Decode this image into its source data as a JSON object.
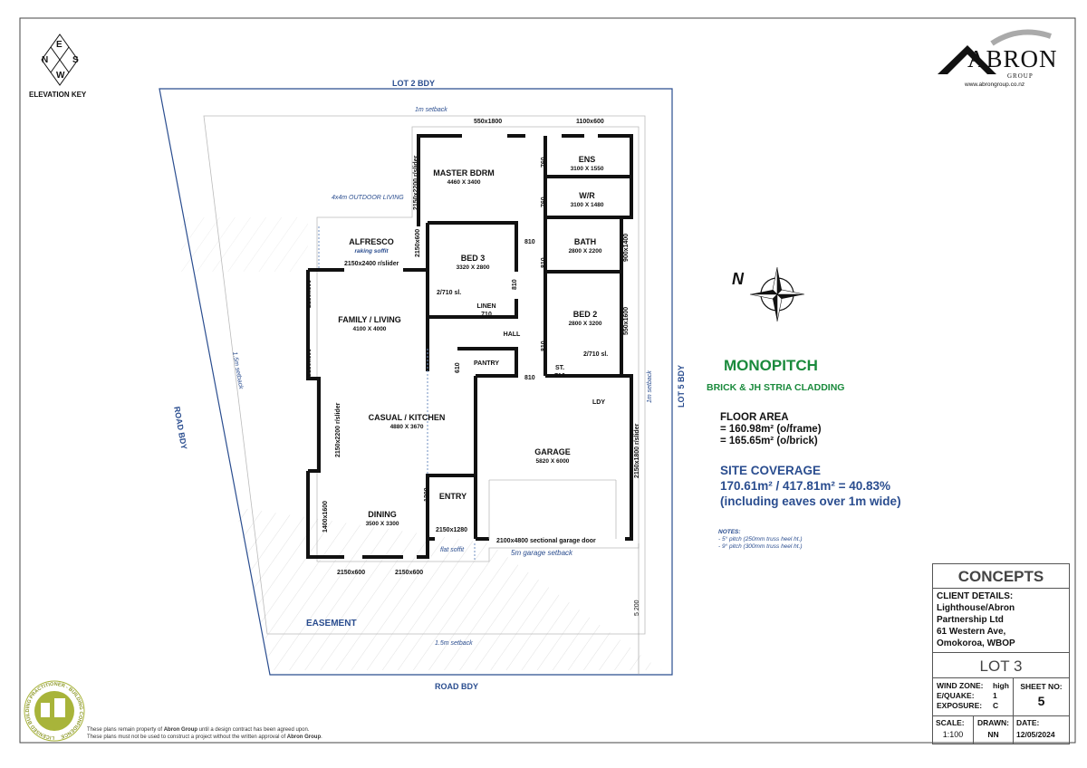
{
  "elevation_key": {
    "label": "ELEVATION KEY",
    "n": "N",
    "e": "E",
    "s": "S",
    "w": "W"
  },
  "logo": {
    "name": "ABRON",
    "group": "GROUP",
    "url": "www.abrongroup.co.nz"
  },
  "boundaries": {
    "top": "LOT 2 BDY",
    "bottom": "ROAD BDY",
    "left": "ROAD BDY",
    "right": "LOT 5 BDY"
  },
  "setbacks": {
    "top": "1m setback",
    "left": "1.5m setback",
    "right": "1m setback",
    "bottom": "1.5m setback",
    "garage": "5m garage setback",
    "easement": "EASEMENT",
    "dim_5200": "5 200"
  },
  "rooms": [
    {
      "name": "MASTER BDRM",
      "dim": "4460 X 3400"
    },
    {
      "name": "ENS",
      "dim": "3100 X 1550"
    },
    {
      "name": "W/R",
      "dim": "3100 X 1480"
    },
    {
      "name": "BED 3",
      "dim": "3320 X 2800"
    },
    {
      "name": "BATH",
      "dim": "2800 X 2200"
    },
    {
      "name": "ALFRESCO",
      "dim": "raking soffit"
    },
    {
      "name": "FAMILY / LIVING",
      "dim": "4100 X 4000"
    },
    {
      "name": "BED 2",
      "dim": "2800 X 3200"
    },
    {
      "name": "CASUAL / KITCHEN",
      "dim": "4880 X 3670"
    },
    {
      "name": "GARAGE",
      "dim": "5820 X 6000"
    },
    {
      "name": "DINING",
      "dim": "3500 X 3300"
    },
    {
      "name": "ENTRY",
      "dim": ""
    },
    {
      "name": "PANTRY",
      "dim": ""
    },
    {
      "name": "LINEN",
      "dim": "710"
    },
    {
      "name": "HALL",
      "dim": ""
    },
    {
      "name": "ST.",
      "dim": "710"
    },
    {
      "name": "LDY",
      "dim": ""
    }
  ],
  "outdoor_living": "4x4m OUTDOOR LIVING",
  "flat_soffit": "flat soffit",
  "dimensions": {
    "d550x1800": "550x1800",
    "d1100x600": "1100x600",
    "d2150x2200_master": "2150x2200 r/slider",
    "d2150x600_bed3": "2150x600",
    "d2150x2400": "2150x2400 r/slider",
    "d2150x600_l1": "2150x600",
    "d2150x600_l2": "2150x600",
    "d2150x2200_kitchen": "2150x2200 r/slider",
    "d1400x1600": "1400x1600",
    "d2150x600_b1": "2150x600",
    "d2150x600_b2": "2150x600",
    "d2150x1280": "2150x1280",
    "d1200": "1200",
    "d2100x4800": "2100x4800 sectional garage door",
    "d2150x1800": "2150x1800 r/slider",
    "d550x1600": "550x1600",
    "d900x1400": "900x1400",
    "d760a": "760",
    "d760b": "760",
    "d810a": "810",
    "d810b": "810",
    "d810c": "810",
    "d810d": "810",
    "d810e": "810",
    "d610": "610",
    "d2710a": "2/710 sl.",
    "d2710b": "2/710 sl."
  },
  "compass": {
    "label": "N"
  },
  "info": {
    "roof": "MONOPITCH",
    "cladding": "BRICK & JH STRIA CLADDING",
    "floor_area_title": "FLOOR AREA",
    "floor_area_frame": "= 160.98m² (o/frame)",
    "floor_area_brick": "= 165.65m² (o/brick)",
    "site_coverage_title": "SITE COVERAGE",
    "site_coverage_value": "170.61m² / 417.81m² = 40.83%",
    "site_coverage_note": "(including eaves over 1m wide)",
    "notes_title": "NOTES:",
    "notes": [
      "- 5° pitch (250mm truss heel ht.)",
      "- 9° pitch (300mm truss heel ht.)"
    ],
    "colors": {
      "green": "#1a8a3c",
      "blue": "#2a4d8f"
    }
  },
  "title_block": {
    "status": "CONCEPTS",
    "client_label": "CLIENT DETAILS:",
    "client_lines": [
      "Lighthouse/Abron",
      "Partnership Ltd",
      "61 Western Ave,",
      "Omokoroa, WBOP"
    ],
    "lot": "LOT 3",
    "wind_label": "WIND ZONE:",
    "wind": "high",
    "quake_label": "E/QUAKE:",
    "quake": "1",
    "exposure_label": "EXPOSURE:",
    "exposure": "C",
    "sheet_label": "SHEET NO:",
    "sheet": "5",
    "scale_label": "SCALE:",
    "scale": "1:100",
    "drawn_label": "DRAWN:",
    "drawn": "NN",
    "date_label": "DATE:",
    "date": "12/05/2024"
  },
  "lbp_badge": "LICENSED BUILDING PRACTITIONER - BUILDING CONFIDENCE",
  "disclaimer": {
    "line1_a": "These plans remain property of ",
    "company": "Abron Group",
    "line1_b": " until a design contract has been agreed upon.",
    "line2_a": "These plans must not be used to construct a project without the written approval of ",
    "line2_b": "."
  }
}
